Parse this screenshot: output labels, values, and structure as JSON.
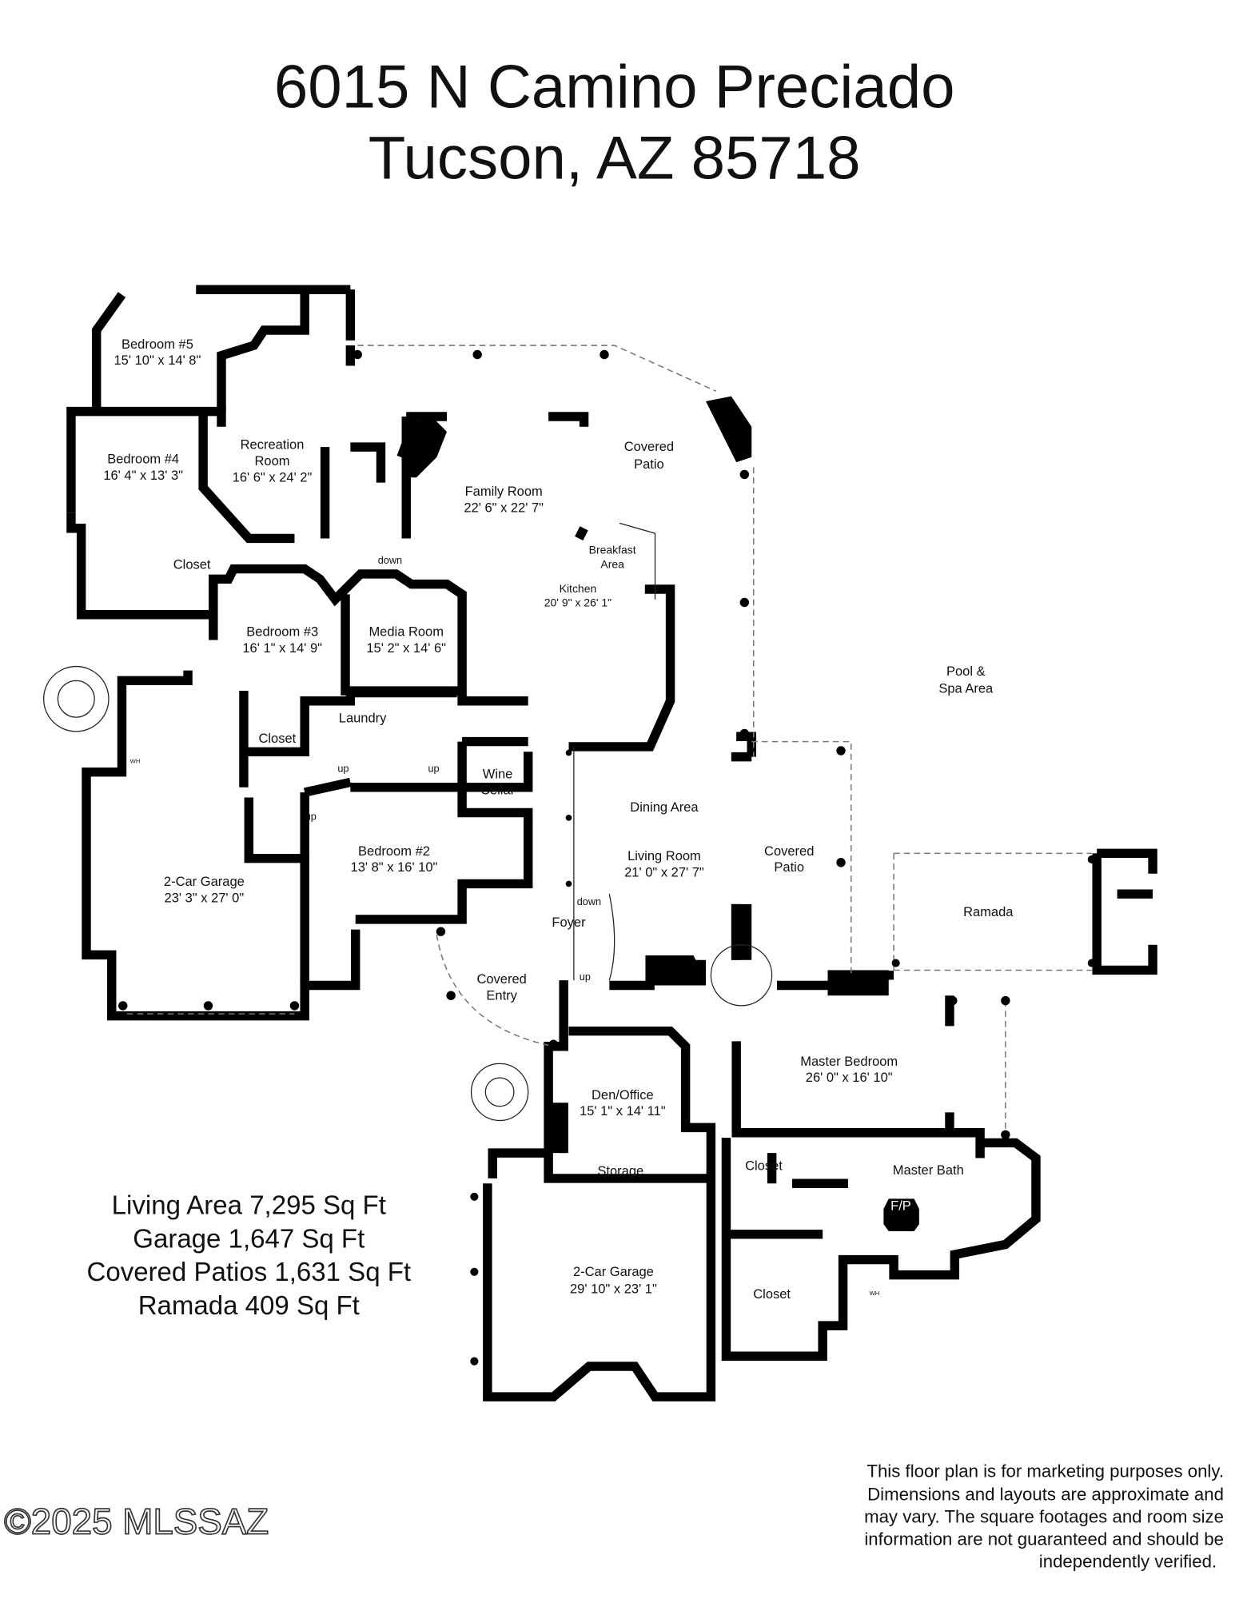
{
  "title": {
    "line1": "6015 N Camino Preciado",
    "line2": "Tucson, AZ 85718"
  },
  "rooms": {
    "bedroom5": {
      "name": "Bedroom #5",
      "dims": "15' 10\" x 14' 8\""
    },
    "bedroom4": {
      "name": "Bedroom #4",
      "dims": "16' 4\" x 13' 3\""
    },
    "recreation": {
      "name1": "Recreation",
      "name2": "Room",
      "dims": "16' 6\" x 24' 2\""
    },
    "family": {
      "name": "Family Room",
      "dims": "22' 6\" x 22' 7\""
    },
    "covered_patio_1": {
      "name1": "Covered",
      "name2": "Patio"
    },
    "breakfast": {
      "name1": "Breakfast",
      "name2": "Area"
    },
    "kitchen": {
      "name": "Kitchen",
      "dims": "20' 9\" x 26' 1\""
    },
    "closet_bed4": {
      "name": "Closet"
    },
    "bedroom3": {
      "name": "Bedroom #3",
      "dims": "16' 1\" x 14' 9\""
    },
    "media": {
      "name": "Media Room",
      "dims": "15' 2\" x 14' 6\""
    },
    "pool": {
      "name1": "Pool &",
      "name2": "Spa Area"
    },
    "laundry": {
      "name": "Laundry"
    },
    "closet_hall": {
      "name": "Closet"
    },
    "wine": {
      "name1": "Wine",
      "name2": "Cellar"
    },
    "dining": {
      "name": "Dining Area"
    },
    "living": {
      "name": "Living Room",
      "dims": "21' 0\" x 27' 7\""
    },
    "covered_patio_2": {
      "name1": "Covered",
      "name2": "Patio"
    },
    "ramada": {
      "name": "Ramada"
    },
    "garage1": {
      "name": "2-Car Garage",
      "dims": "23' 3\" x 27' 0\""
    },
    "bedroom2": {
      "name": "Bedroom #2",
      "dims": "13' 8\" x 16' 10\""
    },
    "foyer": {
      "name": "Foyer"
    },
    "covered_entry": {
      "name1": "Covered",
      "name2": "Entry"
    },
    "master_bedroom": {
      "name": "Master Bedroom",
      "dims": "26' 0\" x 16' 10\""
    },
    "den": {
      "name": "Den/Office",
      "dims": "15' 1\" x 14' 11\""
    },
    "storage": {
      "name": "Storage"
    },
    "closet_master1": {
      "name": "Closet"
    },
    "master_bath": {
      "name": "Master Bath"
    },
    "fireplace": {
      "name": "F/P"
    },
    "closet_master2": {
      "name": "Closet"
    },
    "garage2": {
      "name": "2-Car Garage",
      "dims": "29' 10\" x 23' 1\""
    }
  },
  "stair_labels": {
    "down": "down",
    "up": "up",
    "wh": "WH"
  },
  "stats": [
    "Living Area 7,295 Sq Ft",
    "Garage 1,647 Sq Ft",
    "Covered Patios 1,631 Sq Ft",
    "Ramada 409 Sq Ft"
  ],
  "watermark": "©2025 MLSSAZ",
  "disclaimer": [
    "This floor plan is for marketing purposes only.",
    "Dimensions and layouts are approximate and",
    "may vary. The square footages and room size",
    "information are not guaranteed and should be",
    "independently verified."
  ]
}
